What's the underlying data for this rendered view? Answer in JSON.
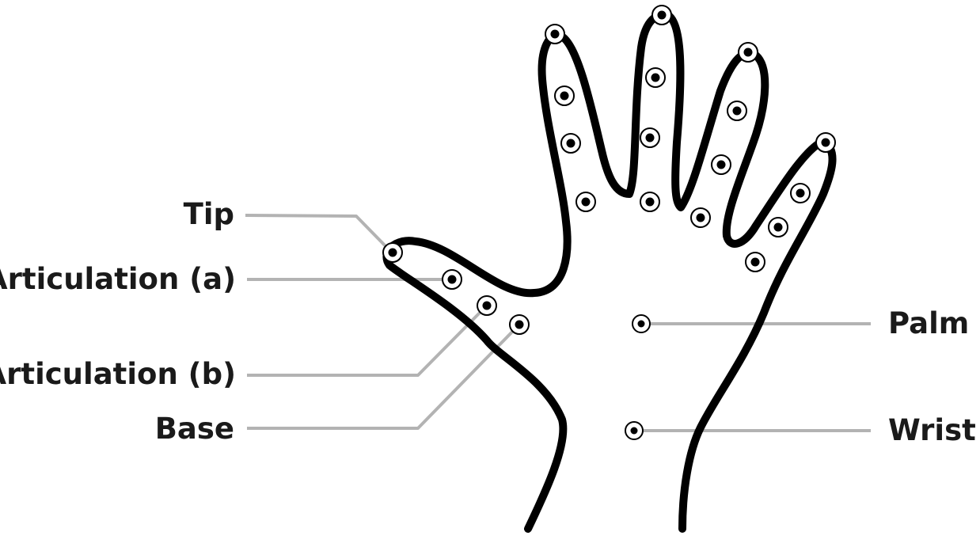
{
  "labels": {
    "tip": "Tip",
    "articulation_a": "Articulation (a)",
    "articulation_b": "Articulation (b)",
    "base": "Base",
    "palm": "Palm",
    "wrist": "Wrist"
  },
  "colors": {
    "outline": "#000000",
    "leader_line": "#b3b3b3",
    "marker_ring": "#000000",
    "marker_fill": "#ffffff",
    "label_text": "#1a1a1a"
  }
}
